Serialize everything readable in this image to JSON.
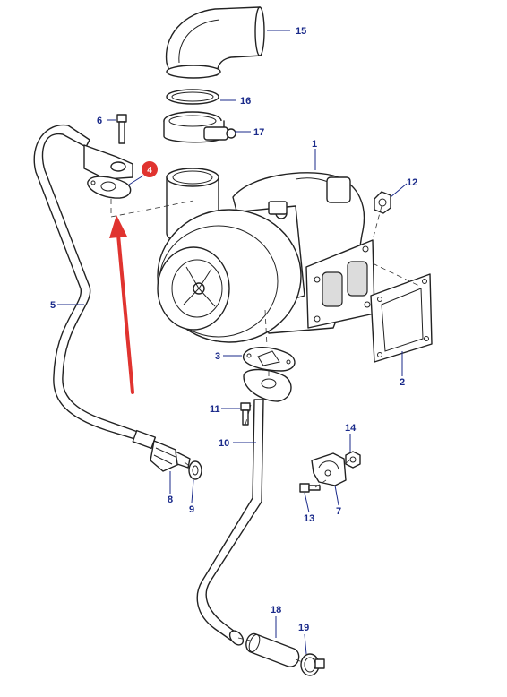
{
  "diagram": {
    "callouts": [
      {
        "id": "callout-1",
        "text": "1"
      },
      {
        "id": "callout-2",
        "text": "2"
      },
      {
        "id": "callout-3",
        "text": "3"
      },
      {
        "id": "callout-4",
        "text": "4"
      },
      {
        "id": "callout-5",
        "text": "5"
      },
      {
        "id": "callout-6",
        "text": "6"
      },
      {
        "id": "callout-7",
        "text": "7"
      },
      {
        "id": "callout-8",
        "text": "8"
      },
      {
        "id": "callout-9",
        "text": "9"
      },
      {
        "id": "callout-10",
        "text": "10"
      },
      {
        "id": "callout-11",
        "text": "11"
      },
      {
        "id": "callout-12",
        "text": "12"
      },
      {
        "id": "callout-13",
        "text": "13"
      },
      {
        "id": "callout-14",
        "text": "14"
      },
      {
        "id": "callout-15",
        "text": "15"
      },
      {
        "id": "callout-16",
        "text": "16"
      },
      {
        "id": "callout-17",
        "text": "17"
      },
      {
        "id": "callout-18",
        "text": "18"
      },
      {
        "id": "callout-19",
        "text": "19"
      }
    ],
    "highlight": {
      "text": "4",
      "badge_color": "#e0332f",
      "arrow_color": "#e0332f"
    },
    "colors": {
      "callout_text": "#1a2a8a",
      "line_art": "#222222",
      "background": "#ffffff"
    }
  }
}
